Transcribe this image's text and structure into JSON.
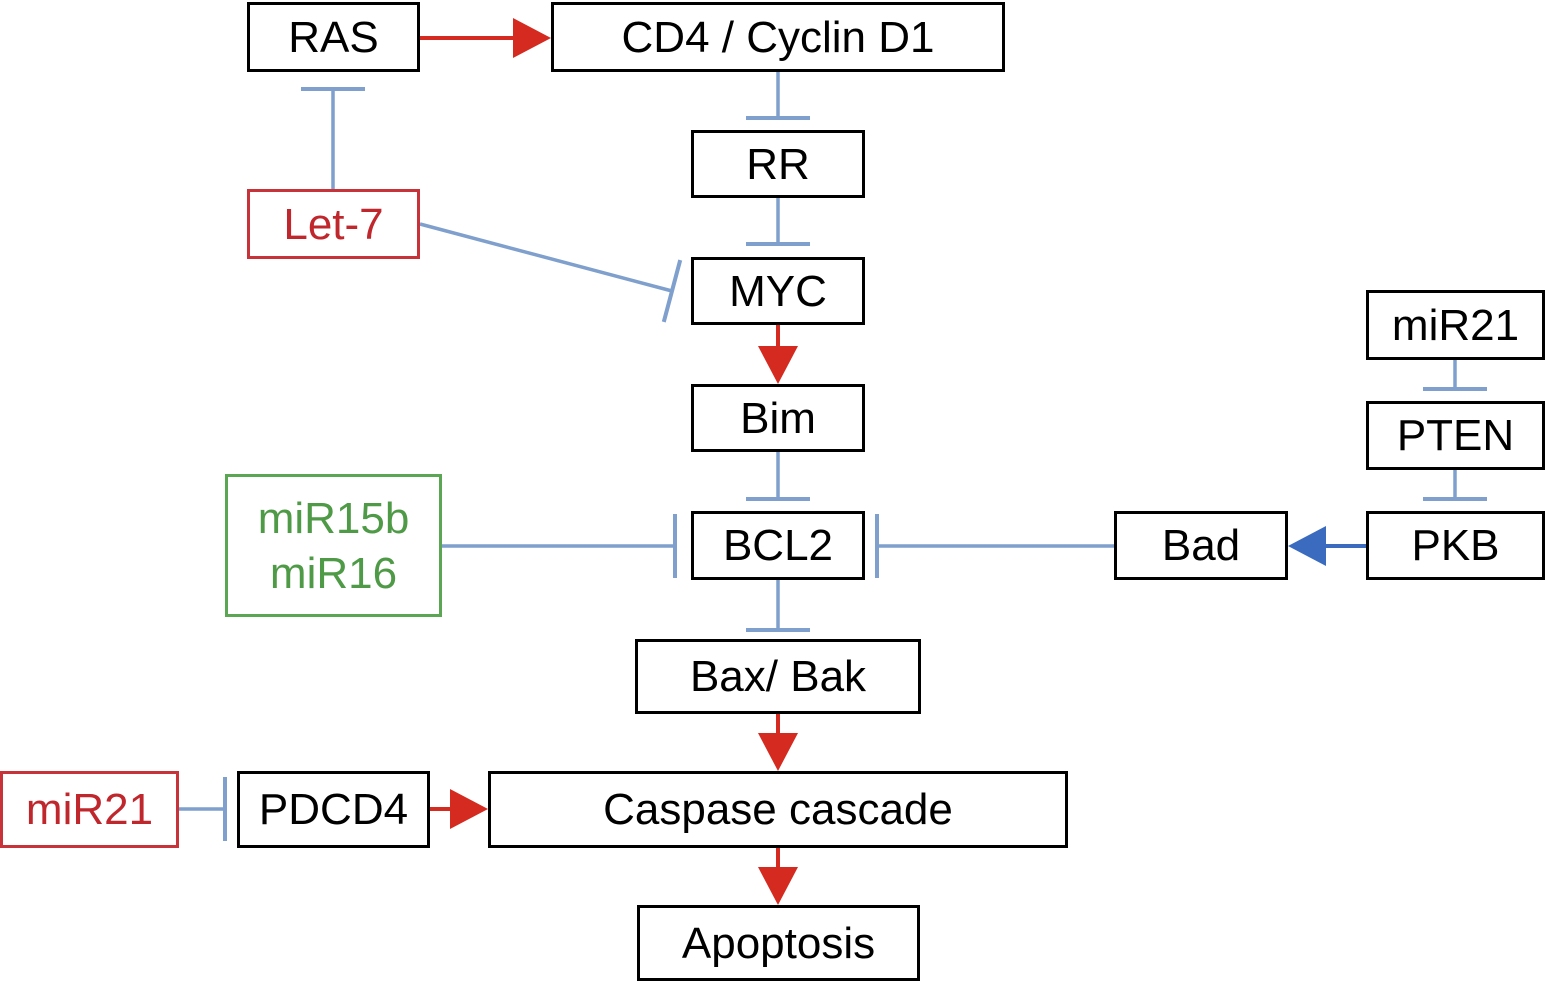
{
  "diagram": {
    "type": "signaling-pathway",
    "colors": {
      "activation": "#d52a1f",
      "inhibition": "#7f9fcc",
      "activation_blue": "#3a6bbf",
      "box_default": "#000000",
      "box_red": "#c0272d",
      "box_green": "#4f9a47"
    },
    "nodes": {
      "ras": {
        "label": "RAS"
      },
      "cd4": {
        "label": "CD4 / Cyclin D1"
      },
      "rr": {
        "label": "RR"
      },
      "let7": {
        "label": "Let-7"
      },
      "myc": {
        "label": "MYC"
      },
      "bim": {
        "label": "Bim"
      },
      "mir15b": {
        "lines": [
          "miR15b",
          "miR16"
        ]
      },
      "bcl2": {
        "label": "BCL2"
      },
      "bad": {
        "label": "Bad"
      },
      "pkb": {
        "label": "PKB"
      },
      "pten": {
        "label": "PTEN"
      },
      "mir21_top": {
        "label": "miR21"
      },
      "baxbak": {
        "label": "Bax/ Bak"
      },
      "mir21_bottom": {
        "label": "miR21"
      },
      "pdcd4": {
        "label": "PDCD4"
      },
      "caspase": {
        "label": "Caspase cascade"
      },
      "apoptosis": {
        "label": "Apoptosis"
      }
    },
    "edges": [
      {
        "from": "ras",
        "to": "cd4",
        "type": "activation"
      },
      {
        "from": "cd4",
        "to": "rr",
        "type": "inhibition"
      },
      {
        "from": "rr",
        "to": "myc",
        "type": "inhibition"
      },
      {
        "from": "let7",
        "to": "ras",
        "type": "inhibition"
      },
      {
        "from": "let7",
        "to": "myc",
        "type": "inhibition"
      },
      {
        "from": "myc",
        "to": "bim",
        "type": "activation"
      },
      {
        "from": "bim",
        "to": "bcl2",
        "type": "inhibition"
      },
      {
        "from": "mir15b",
        "to": "bcl2",
        "type": "inhibition"
      },
      {
        "from": "bad",
        "to": "bcl2",
        "type": "inhibition"
      },
      {
        "from": "pkb",
        "to": "bad",
        "type": "activation_blue"
      },
      {
        "from": "mir21_top",
        "to": "pten",
        "type": "inhibition"
      },
      {
        "from": "pten",
        "to": "pkb",
        "type": "inhibition"
      },
      {
        "from": "bcl2",
        "to": "baxbak",
        "type": "inhibition"
      },
      {
        "from": "baxbak",
        "to": "caspase",
        "type": "activation"
      },
      {
        "from": "mir21_bottom",
        "to": "pdcd4",
        "type": "inhibition"
      },
      {
        "from": "pdcd4",
        "to": "caspase",
        "type": "activation"
      },
      {
        "from": "caspase",
        "to": "apoptosis",
        "type": "activation"
      }
    ]
  }
}
